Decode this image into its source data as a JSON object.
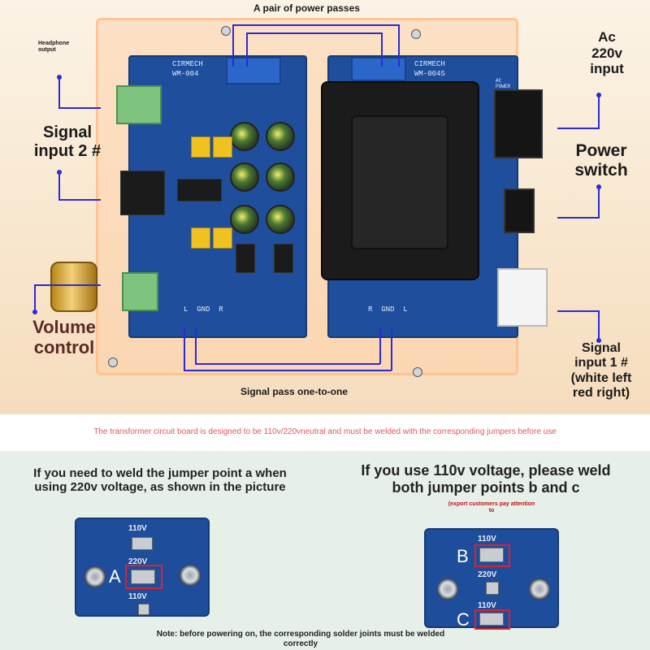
{
  "labels": {
    "power_passes": "A pair of power passes",
    "headphone": "Headphone\noutput",
    "ac_input": "Ac\n220v\ninput",
    "signal2": "Signal\ninput 2 #",
    "power_switch": "Power\nswitch",
    "volume": "Volume\ncontrol",
    "signal1": "Signal\ninput 1 #\n(white left\nred right)",
    "signal_pass": "Signal pass one-to-one"
  },
  "boards": {
    "left_brand": "CIRMECH",
    "left_model": "WM-004",
    "right_brand": "CIRMECH",
    "right_model": "WM-004S",
    "ac_power": "AC POWER",
    "left_pins": "L  GND  R",
    "right_pins": "R  GND  L"
  },
  "notice": "The transformer circuit board is designed to be 110v/220vneutral and must be welded with the corresponding jumpers before use",
  "jumper_left": {
    "title": "If you need to weld the jumper point a when using 220v voltage, as shown in the picture",
    "v1": "110V",
    "v2": "220V",
    "v3": "110V",
    "letter": "A"
  },
  "jumper_right": {
    "title": "If you use 110v voltage, please weld both jumper points b and c",
    "attention": "(export customers pay attention\nto",
    "v1": "110V",
    "v2": "220V",
    "v3": "110V",
    "letter_b": "B",
    "letter_c": "C"
  },
  "footer_note": "Note: before powering on, the corresponding solder joints must be welded\ncorrectly",
  "colors": {
    "notice": "#e05560",
    "annotation_line": "#2a2ad8",
    "pcb": "#1f4f9c"
  }
}
